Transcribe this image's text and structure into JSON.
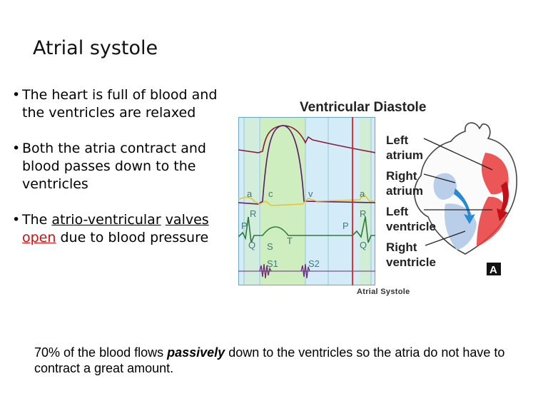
{
  "title": "Atrial systole",
  "bullets": {
    "b1": {
      "text": "The heart is full of blood and the ventricles are relaxed"
    },
    "b2": {
      "text": "Both the atria contract and blood passes down to the ventricles"
    },
    "b3": {
      "pre": "The ",
      "underlined": "atrio-ventricular",
      "line2_start": "valves ",
      "red": "open",
      "rest": " due to blood pressure"
    }
  },
  "note": {
    "pre": "70% of the blood flows ",
    "emphasis": "passively",
    "post": " down to the ventricles so the atria do not have to contract a great amount."
  },
  "figure": {
    "title": "Ventricular Diastole",
    "caption": "Atrial Systole",
    "panel_letter": "A",
    "labels": {
      "left_atrium": [
        "Left",
        "atrium"
      ],
      "right_atrium": [
        "Right",
        "atrium"
      ],
      "left_ventricle": [
        "Left",
        "ventricle"
      ],
      "right_ventricle": [
        "Right",
        "ventricle"
      ]
    },
    "trace_labels": {
      "a1": "a",
      "c": "c",
      "v": "v",
      "a2": "a",
      "R1": "R",
      "P1": "P",
      "Q1": "Q",
      "S": "S",
      "T": "T",
      "P2": "P",
      "R2": "R",
      "Q2": "Q",
      "S1": "S1",
      "S2": "S2"
    },
    "colors": {
      "systole_band": "#cfeec0",
      "diastole_band": "#d4ecf7",
      "pressure": "#8b1a3a",
      "atrial_trace": "#e6c23a",
      "ecg": "#2e7a3a",
      "sound": "#6b2a7a",
      "marker": "#dd2222",
      "label": "#3a7a8a",
      "heart_red": "#e83a3a",
      "heart_blue": "#7ab0e0"
    }
  }
}
